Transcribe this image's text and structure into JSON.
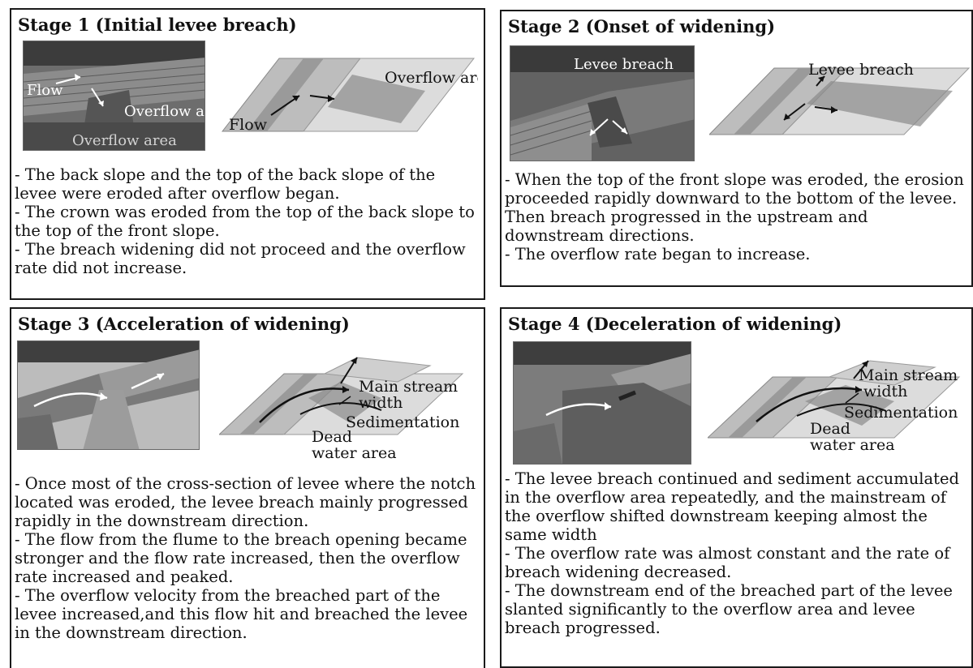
{
  "stages": [
    {
      "title": "Stage 1 (Initial levee breach)",
      "photo_labels": {
        "flow": "Flow",
        "overflow_area": "Overflow area",
        "overflow_area_bottom": "Overflow area"
      },
      "diagram_labels": {
        "flow": "Flow",
        "overflow_area": "Overflow area"
      },
      "description": [
        "- The back slope and the top of the back slope of the levee were eroded after overflow began.",
        "- The crown was eroded from the top of the back slope to the top of the front slope.",
        "- The breach widening did not proceed and the overflow rate did not increase."
      ]
    },
    {
      "title": "Stage 2 (Onset of widening)",
      "photo_labels": {
        "levee_breach": "Levee breach"
      },
      "diagram_labels": {
        "levee_breach": "Levee breach"
      },
      "description": [
        "- When the top of the front slope was eroded, the erosion proceeded rapidly downward to the bottom of the levee. Then breach progressed in the upstream and downstream directions.",
        "- The overflow rate began to increase."
      ]
    },
    {
      "title": "Stage 3 (Acceleration of widening)",
      "diagram_labels": {
        "main_stream": "Main stream",
        "width": "width",
        "sedimentation": "Sedimentation",
        "dead": "Dead",
        "water_area": "water area"
      },
      "description": [
        "- Once most of the cross-section of levee where the notch located was eroded, the levee breach mainly progressed rapidly in the downstream direction.",
        "- The flow from the flume to the breach opening became stronger and the flow rate increased, then the overflow rate increased and peaked.",
        "- The overflow velocity from the breached part of the levee increased,and this flow hit and breached the levee in the downstream direction."
      ]
    },
    {
      "title": "Stage 4 (Deceleration of widening)",
      "diagram_labels": {
        "main_stream": "Main stream",
        "width": "width",
        "sedimentation": "Sedimentation",
        "dead": "Dead",
        "water_area": "water area"
      },
      "description": [
        "- The levee breach continued and sediment accumulated in the overflow area repeatedly, and the mainstream of the overflow shifted downstream keeping almost the same width",
        "- The overflow rate was almost constant and the rate of breach widening decreased.",
        "- The downstream end of the breached part of the levee slanted significantly to the overflow area and levee breach progressed."
      ]
    }
  ]
}
